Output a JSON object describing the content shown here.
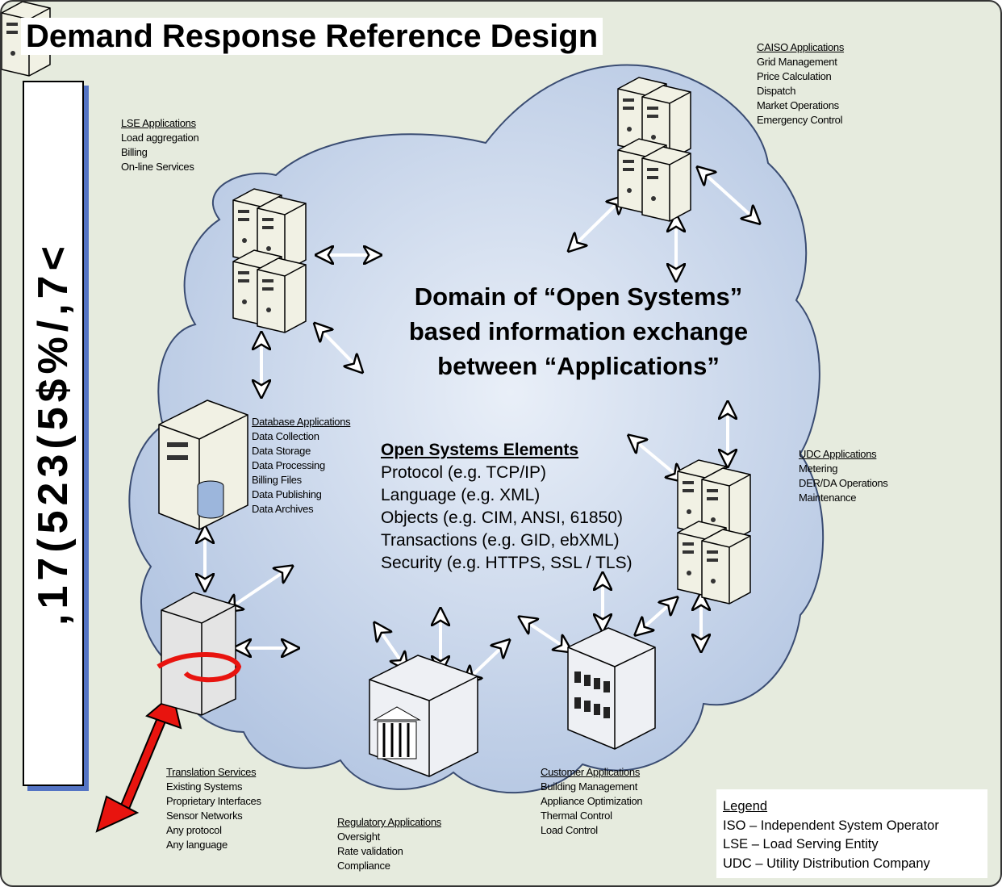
{
  "title": "Demand Response Reference Design",
  "side_label": ",17(523(5$%/,7<",
  "center_text": [
    "Domain of “Open Systems”",
    "based information exchange",
    "between “Applications”"
  ],
  "open_systems": {
    "heading": "Open Systems Elements",
    "items": [
      "Protocol (e.g. TCP/IP)",
      "Language (e.g. XML)",
      "Objects (e.g. CIM, ANSI, 61850)",
      "Transactions (e.g. GID, ebXML)",
      "Security  (e.g. HTTPS, SSL / TLS)"
    ]
  },
  "groups": {
    "caiso": {
      "heading": "CAISO Applications",
      "items": [
        "Grid Management",
        "Price Calculation",
        "Dispatch",
        "Market Operations",
        "Emergency Control"
      ]
    },
    "lse": {
      "heading": "LSE Applications",
      "items": [
        "Load aggregation",
        "Billing",
        "On-line Services"
      ]
    },
    "database": {
      "heading": "Database Applications",
      "items": [
        "Data Collection",
        "Data Storage",
        "Data Processing",
        "Billing Files",
        "Data Publishing",
        "Data Archives"
      ]
    },
    "udc": {
      "heading": "UDC Applications",
      "items": [
        "Metering",
        "DER/DA Operations",
        "Maintenance"
      ]
    },
    "translation": {
      "heading": "Translation Services",
      "items": [
        "Existing Systems",
        "Proprietary Interfaces",
        "Sensor Networks",
        "Any protocol",
        "Any language"
      ]
    },
    "regulatory": {
      "heading": "Regulatory Applications",
      "items": [
        "Oversight",
        "Rate validation",
        "Compliance"
      ]
    },
    "customer": {
      "heading": "Customer Applications",
      "items": [
        "Building Management",
        "Appliance Optimization",
        "Thermal Control",
        "Load Control"
      ]
    }
  },
  "legend": {
    "heading": "Legend",
    "items": [
      "ISO – Independent System Operator",
      "LSE – Load Serving Entity",
      "UDC – Utility Distribution Company"
    ]
  },
  "colors": {
    "background": "#e6ebde",
    "cloud": "#c6d4ea",
    "side_shadow": "#5474c4",
    "server": "#f1f1e4",
    "arrow_red": "#e8140f"
  }
}
